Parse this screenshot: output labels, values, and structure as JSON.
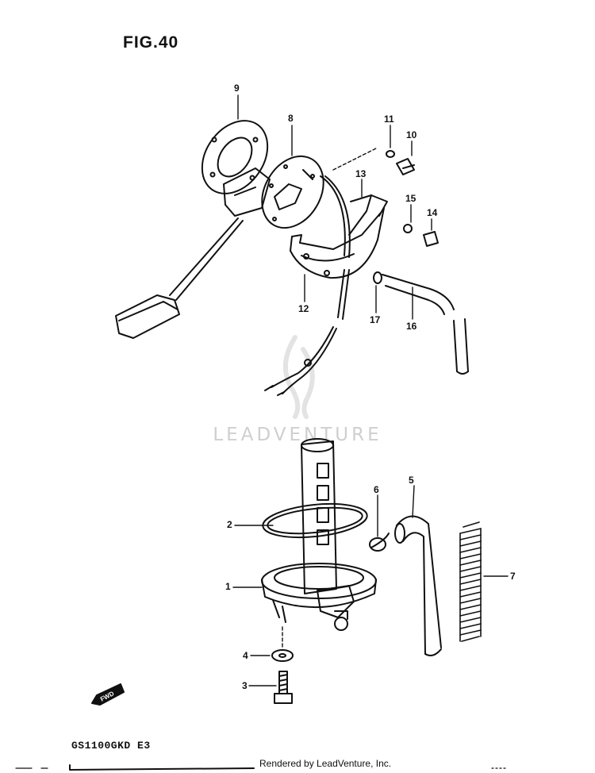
{
  "figure": {
    "title": "FIG.40"
  },
  "watermark": "LEADVENTURE",
  "model_code": "GS1100GKD E3",
  "footer": {
    "credit": "Rendered by LeadVenture, Inc."
  },
  "fwd_marker": "FWD",
  "callouts": {
    "c1": "1",
    "c2": "2",
    "c3": "3",
    "c4": "4",
    "c5": "5",
    "c6": "6",
    "c7": "7",
    "c8": "8",
    "c9": "9",
    "c10": "10",
    "c11": "11",
    "c12": "12",
    "c13": "13",
    "c14": "14",
    "c15": "15",
    "c16": "16",
    "c17": "17"
  }
}
